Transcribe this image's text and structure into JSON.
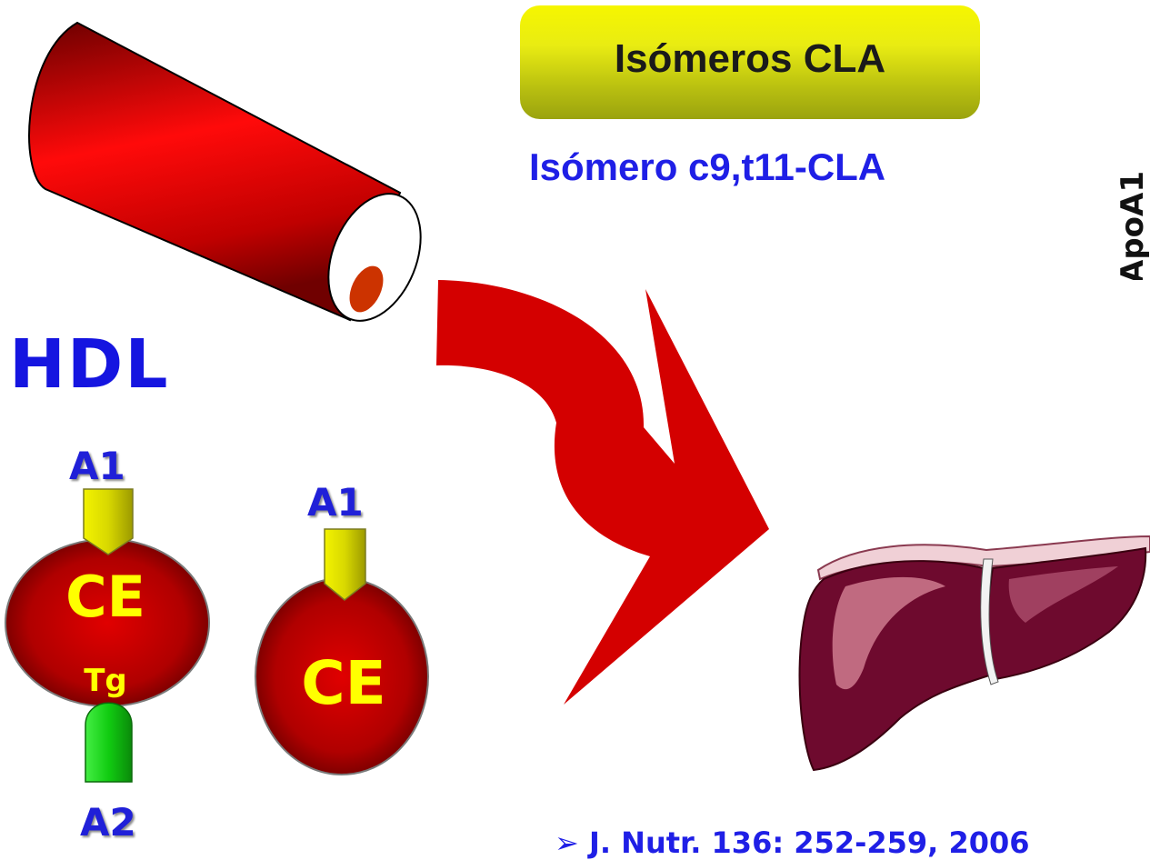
{
  "title": "Isómeros CLA",
  "subtitle": "Isómero c9,t11-CLA",
  "side_label": "ApoA1",
  "hdl_label": "HDL",
  "particle_left": {
    "top_apo": "A1",
    "core": "CE",
    "inner": "Tg",
    "bottom_apo": "A2"
  },
  "particle_right": {
    "top_apo": "A1",
    "core": "CE"
  },
  "reference": "➢ J. Nutr. 136: 252-259, 2006",
  "colors": {
    "blue_text": "#1f1fe6",
    "yellow_text": "#ffff00",
    "vessel_red": "#e00000",
    "arrow_red": "#cc0000",
    "apoA1_yellow": "#e8e800",
    "apoA2_green": "#22dd22",
    "liver": "#7a1a3a"
  }
}
